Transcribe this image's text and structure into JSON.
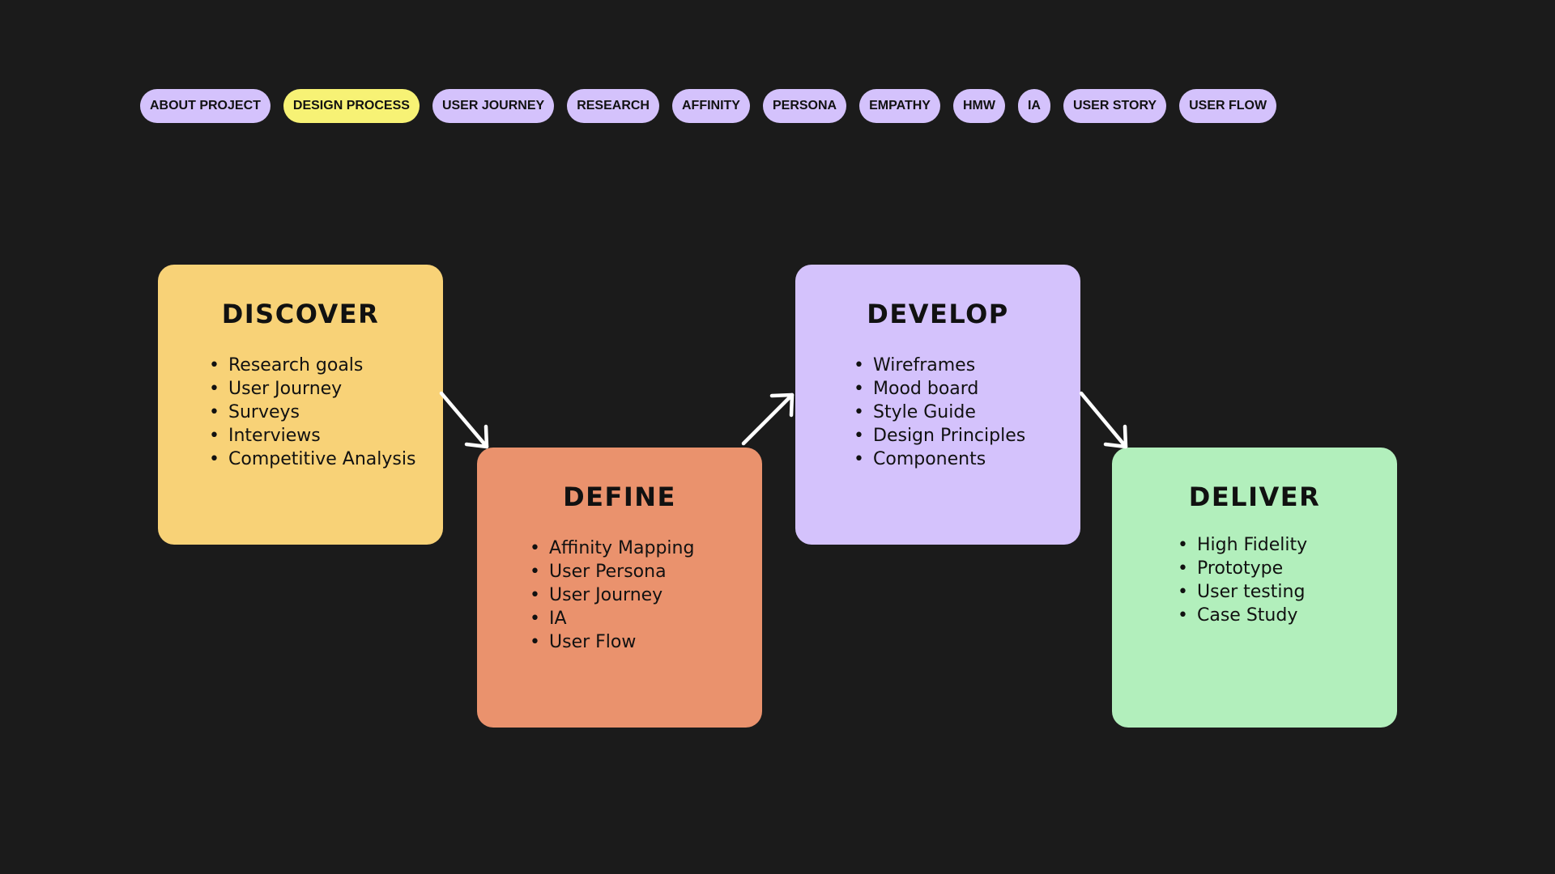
{
  "nav": {
    "items": [
      {
        "label": "ABOUT PROJECT",
        "active": false
      },
      {
        "label": "DESIGN PROCESS",
        "active": true
      },
      {
        "label": "USER JOURNEY",
        "active": false
      },
      {
        "label": "RESEARCH",
        "active": false
      },
      {
        "label": "AFFINITY",
        "active": false
      },
      {
        "label": "PERSONA",
        "active": false
      },
      {
        "label": "EMPATHY",
        "active": false
      },
      {
        "label": "HMW",
        "active": false
      },
      {
        "label": "IA",
        "active": false
      },
      {
        "label": "USER STORY",
        "active": false
      },
      {
        "label": "USER FLOW",
        "active": false
      }
    ],
    "colors": {
      "default": "#d4c2fc",
      "active": "#f7f275"
    }
  },
  "stages": {
    "discover": {
      "title": "DISCOVER",
      "color": "#f8d277",
      "items": [
        "Research goals",
        "User Journey",
        "Surveys",
        "Interviews",
        "Competitive Analysis"
      ]
    },
    "define": {
      "title": "DEFINE",
      "color": "#ea926d",
      "items": [
        "Affinity Mapping",
        "User Persona",
        "User Journey",
        "IA",
        "User Flow"
      ]
    },
    "develop": {
      "title": "DEVELOP",
      "color": "#d4c2fc",
      "items": [
        "Wireframes",
        "Mood board",
        "Style Guide",
        "Design Principles",
        "Components"
      ]
    },
    "deliver": {
      "title": "DELIVER",
      "color": "#b2efbc",
      "items": [
        "High Fidelity",
        "Prototype",
        "User testing",
        "Case Study"
      ]
    }
  },
  "colors": {
    "background": "#1b1b1b",
    "arrow": "#ffffff"
  }
}
